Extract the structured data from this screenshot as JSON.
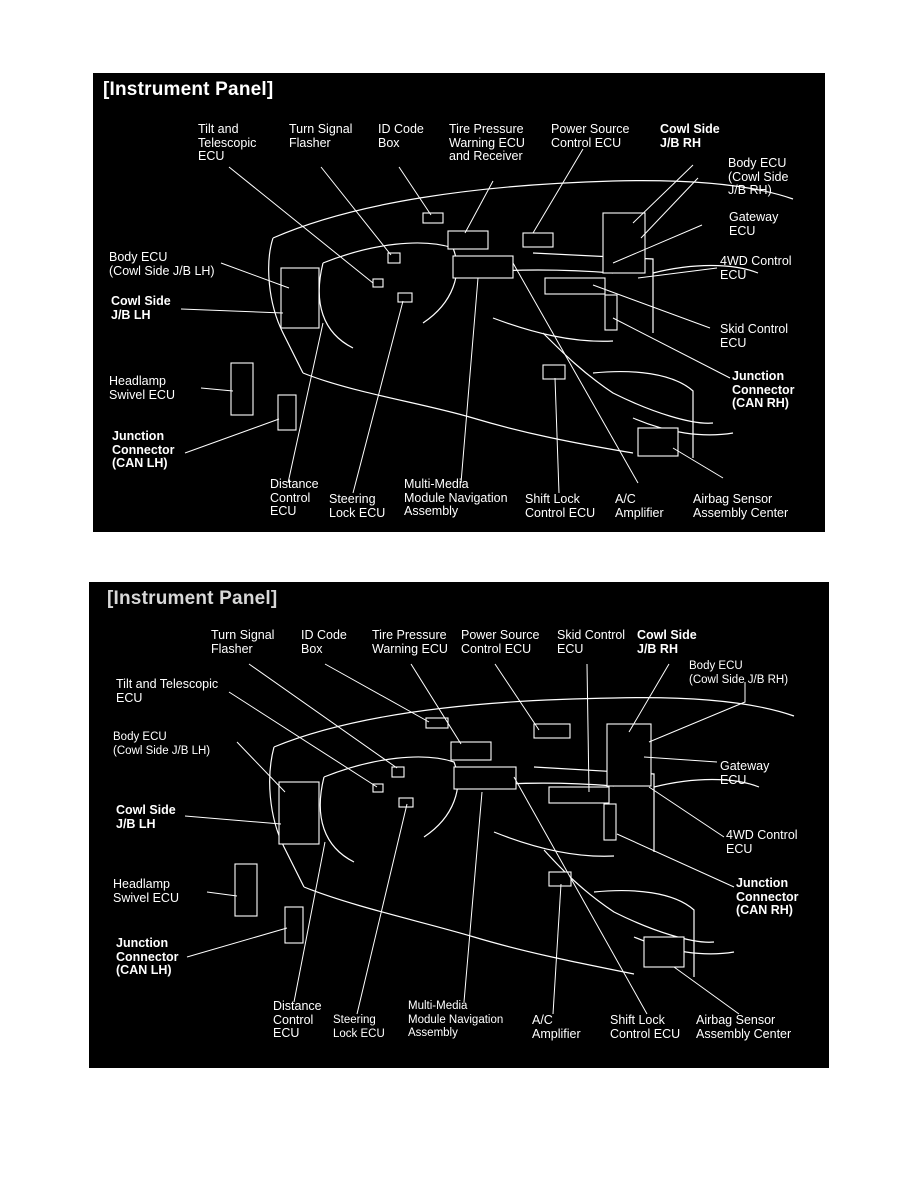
{
  "diagrams": [
    {
      "title": "[Instrument Panel]",
      "labels": {
        "tilt_telescopic": "Tilt and\nTelescopic\nECU",
        "turn_signal": "Turn Signal\nFlasher",
        "id_code": "ID Code\nBox",
        "tire_pressure": "Tire Pressure\nWarning ECU\nand Receiver",
        "power_source": "Power Source\nControl ECU",
        "cowl_rh": "Cowl Side\nJ/B RH",
        "body_ecu_rh": "Body ECU\n(Cowl Side\nJ/B RH)",
        "gateway": "Gateway\nECU",
        "fourwd": "4WD Control\nECU",
        "body_ecu_lh": "Body ECU\n(Cowl Side J/B LH)",
        "cowl_lh": "Cowl Side\nJ/B LH",
        "skid": "Skid Control\nECU",
        "junction_rh": "Junction\nConnector\n(CAN RH)",
        "headlamp": "Headlamp\nSwivel ECU",
        "junction_lh": "Junction\nConnector\n(CAN LH)",
        "distance": "Distance\nControl\nECU",
        "steering": "Steering\nLock ECU",
        "multimedia": "Multi-Media\nModule Navigation\nAssembly",
        "shift_lock": "Shift Lock\nControl ECU",
        "ac": "A/C\nAmplifier",
        "airbag": "Airbag Sensor\nAssembly Center"
      }
    },
    {
      "title": "[Instrument Panel]",
      "labels": {
        "turn_signal": "Turn Signal\nFlasher",
        "id_code": "ID Code\nBox",
        "tire_pressure": "Tire Pressure\nWarning ECU",
        "power_source": "Power Source\nControl ECU",
        "skid": "Skid Control\nECU",
        "cowl_rh": "Cowl Side\nJ/B RH",
        "body_ecu_rh": "Body ECU\n(Cowl Side J/B RH)",
        "tilt_telescopic": "Tilt and Telescopic\nECU",
        "body_ecu_lh": "Body ECU\n(Cowl Side J/B LH)",
        "gateway": "Gateway\nECU",
        "cowl_lh": "Cowl Side\nJ/B LH",
        "fourwd": "4WD Control\nECU",
        "headlamp": "Headlamp\nSwivel ECU",
        "junction_rh": "Junction\nConnector\n(CAN RH)",
        "junction_lh": "Junction\nConnector\n(CAN LH)",
        "distance": "Distance\nControl\nECU",
        "steering": "Steering\nLock ECU",
        "multimedia": "Multi-Media\nModule Navigation\nAssembly",
        "ac": "A/C\nAmplifier",
        "shift_lock": "Shift Lock\nControl ECU",
        "airbag": "Airbag Sensor\nAssembly Center"
      }
    }
  ]
}
